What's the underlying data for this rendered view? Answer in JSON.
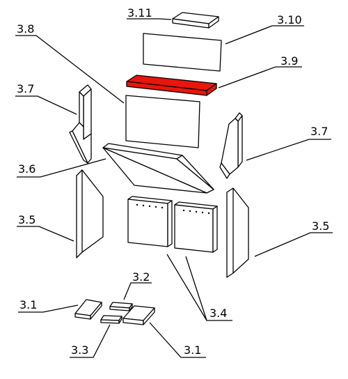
{
  "highlight_color": "#e8160c",
  "labels": {
    "l311": "3.11",
    "l310": "3.10",
    "l38": "3.8",
    "l39": "3.9",
    "l37a": "3.7",
    "l37b": "3.7",
    "l36": "3.6",
    "l35a": "3.5",
    "l35b": "3.5",
    "l34": "3.4",
    "l32": "3.2",
    "l31a": "3.1",
    "l31b": "3.1",
    "l33": "3.3"
  }
}
